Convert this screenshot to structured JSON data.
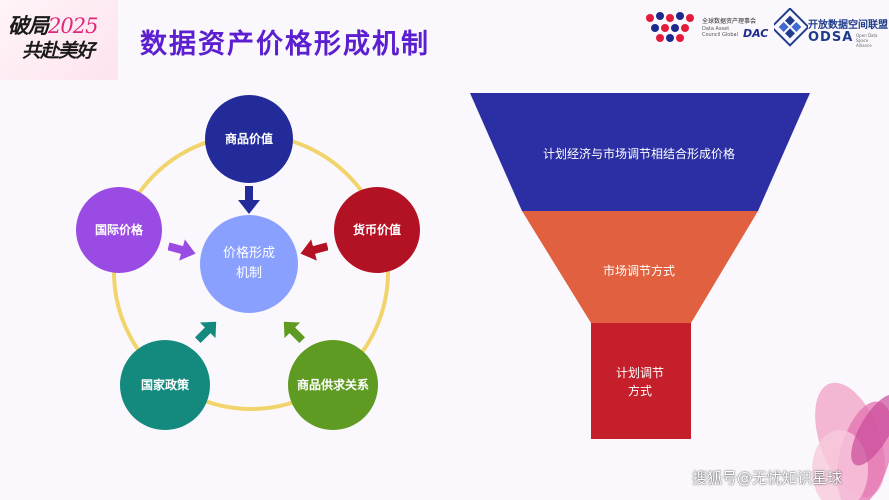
{
  "slogan": {
    "line1": "破局",
    "year": "2025",
    "line2": "共赴美好"
  },
  "title": "数据资产价格形成机制",
  "partners": {
    "dac": {
      "name_cn": "全球数据资产理事会",
      "name_en_1": "Data Asset",
      "name_en_2": "Council Global",
      "abbr": "DAC"
    },
    "odsa": {
      "name_cn": "开放数据空间联盟",
      "abbr": "ODSA",
      "tagline": "Open Data Space Alliance"
    }
  },
  "cycle": {
    "center": {
      "line1": "价格形成",
      "line2": "机制"
    },
    "nodes": {
      "goods_value": "商品价值",
      "currency_value": "货币价值",
      "intl_price": "国际价格",
      "national_policy": "国家政策",
      "supply_demand": "商品供求关系"
    }
  },
  "funnel": {
    "layers": [
      {
        "label": "计划经济与市场调节相结合形成价格"
      },
      {
        "label": "市场调节方式"
      },
      {
        "line1": "计划调节",
        "line2": "方式"
      }
    ]
  },
  "watermark": "搜狐号@无忧知识星球",
  "colors": {
    "title": "#5c1fd0",
    "funnel_top": "#2b2fa3",
    "funnel_mid": "#e0603f",
    "funnel_bottom": "#c41f2a"
  }
}
